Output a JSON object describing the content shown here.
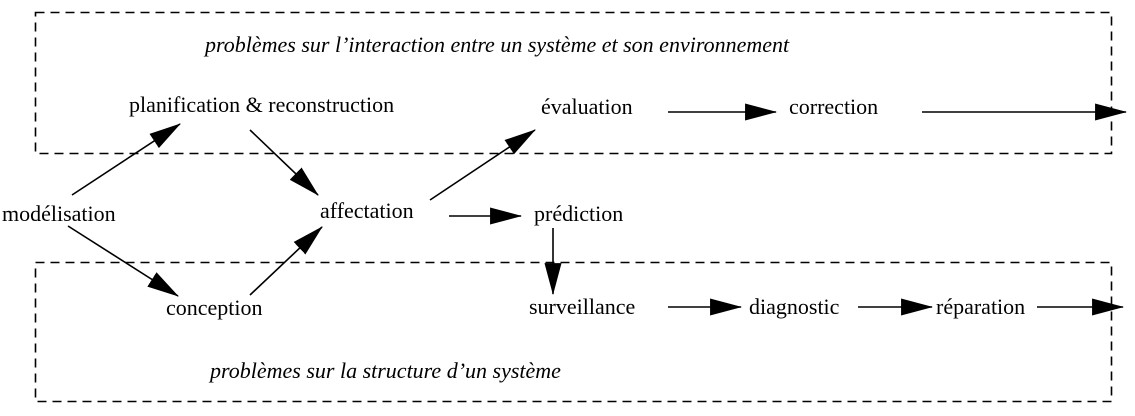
{
  "diagram": {
    "background_color": "#ffffff",
    "line_color": "#000000",
    "regions": {
      "interaction": {
        "title": "problèmes sur l’interaction entre un système et son environnement"
      },
      "structure": {
        "title": "problèmes sur la structure d’un système"
      }
    },
    "nodes": {
      "modelisation": {
        "label": "modélisation"
      },
      "planification": {
        "label": "planification & reconstruction"
      },
      "conception": {
        "label": "conception"
      },
      "affectation": {
        "label": "affectation"
      },
      "evaluation": {
        "label": "évaluation"
      },
      "correction": {
        "label": "correction"
      },
      "prediction": {
        "label": "prédiction"
      },
      "surveillance": {
        "label": "surveillance"
      },
      "diagnostic": {
        "label": "diagnostic"
      },
      "reparation": {
        "label": "réparation"
      }
    },
    "edges": [
      {
        "from": "modelisation",
        "to": "planification"
      },
      {
        "from": "modelisation",
        "to": "conception"
      },
      {
        "from": "planification",
        "to": "affectation"
      },
      {
        "from": "conception",
        "to": "affectation"
      },
      {
        "from": "affectation",
        "to": "evaluation"
      },
      {
        "from": "affectation",
        "to": "prediction"
      },
      {
        "from": "evaluation",
        "to": "correction"
      },
      {
        "from": "correction",
        "to": "output-interaction"
      },
      {
        "from": "prediction",
        "to": "surveillance"
      },
      {
        "from": "surveillance",
        "to": "diagnostic"
      },
      {
        "from": "diagnostic",
        "to": "reparation"
      },
      {
        "from": "reparation",
        "to": "output-structure"
      }
    ]
  }
}
